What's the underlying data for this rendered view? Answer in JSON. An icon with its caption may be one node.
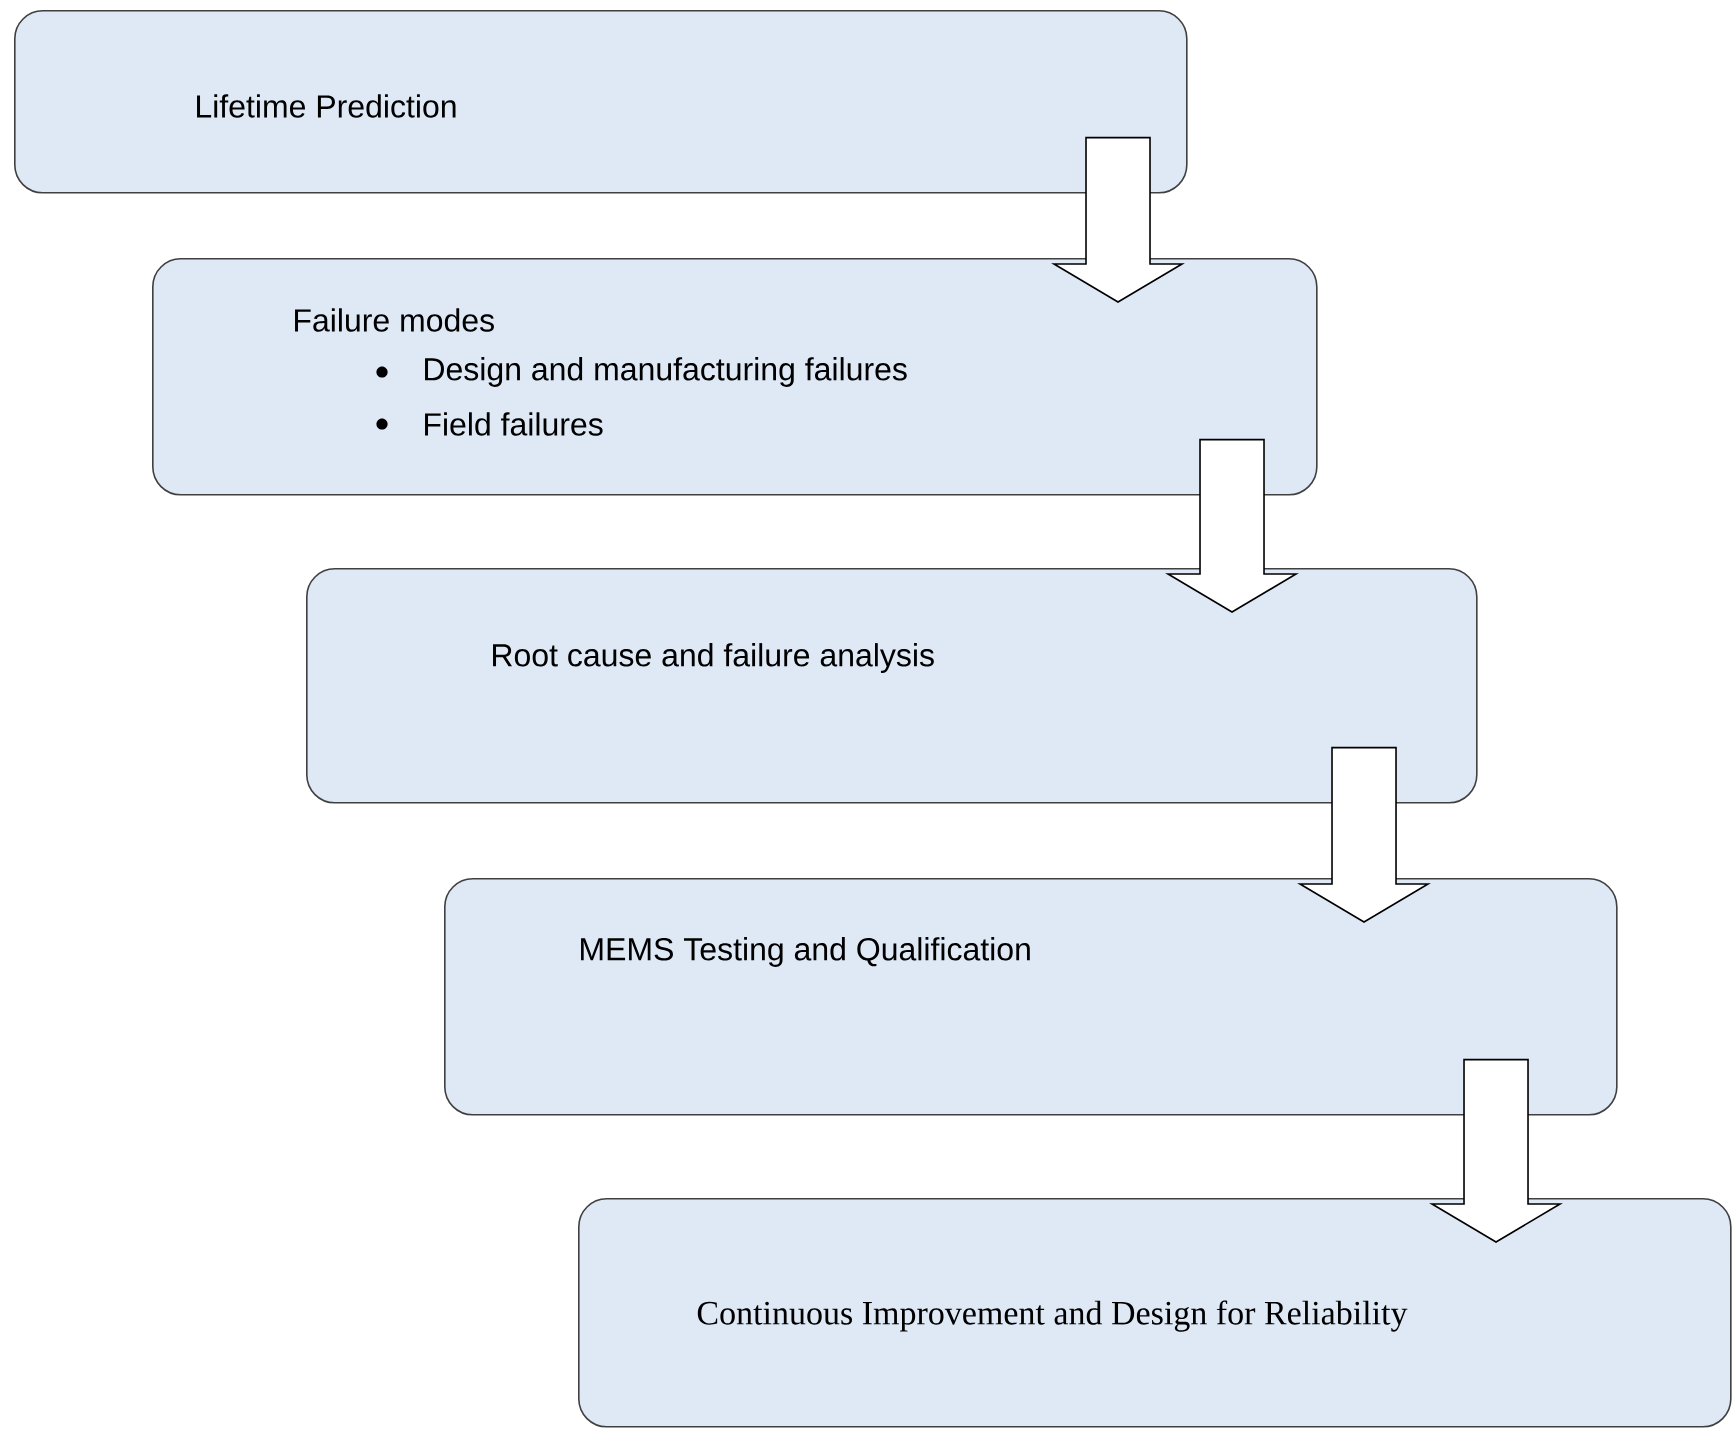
{
  "diagram": {
    "nodes": [
      {
        "text": [
          "Lifetime Prediction"
        ]
      },
      {
        "text": [
          "Failure modes",
          "Design and manufacturing failures",
          "Field failures"
        ]
      },
      {
        "text": [
          "Root cause and failure analysis"
        ]
      },
      {
        "text": [
          "MEMS Testing and Qualification"
        ]
      },
      {
        "text": [
          "Continuous Improvement and Design for Reliability"
        ]
      }
    ],
    "edges": [
      {
        "from": 0,
        "to": 1,
        "arrow": "to"
      },
      {
        "from": 1,
        "to": 2,
        "arrow": "to"
      },
      {
        "from": 2,
        "to": 3,
        "arrow": "to"
      },
      {
        "from": 3,
        "to": 4,
        "arrow": "to"
      }
    ]
  }
}
